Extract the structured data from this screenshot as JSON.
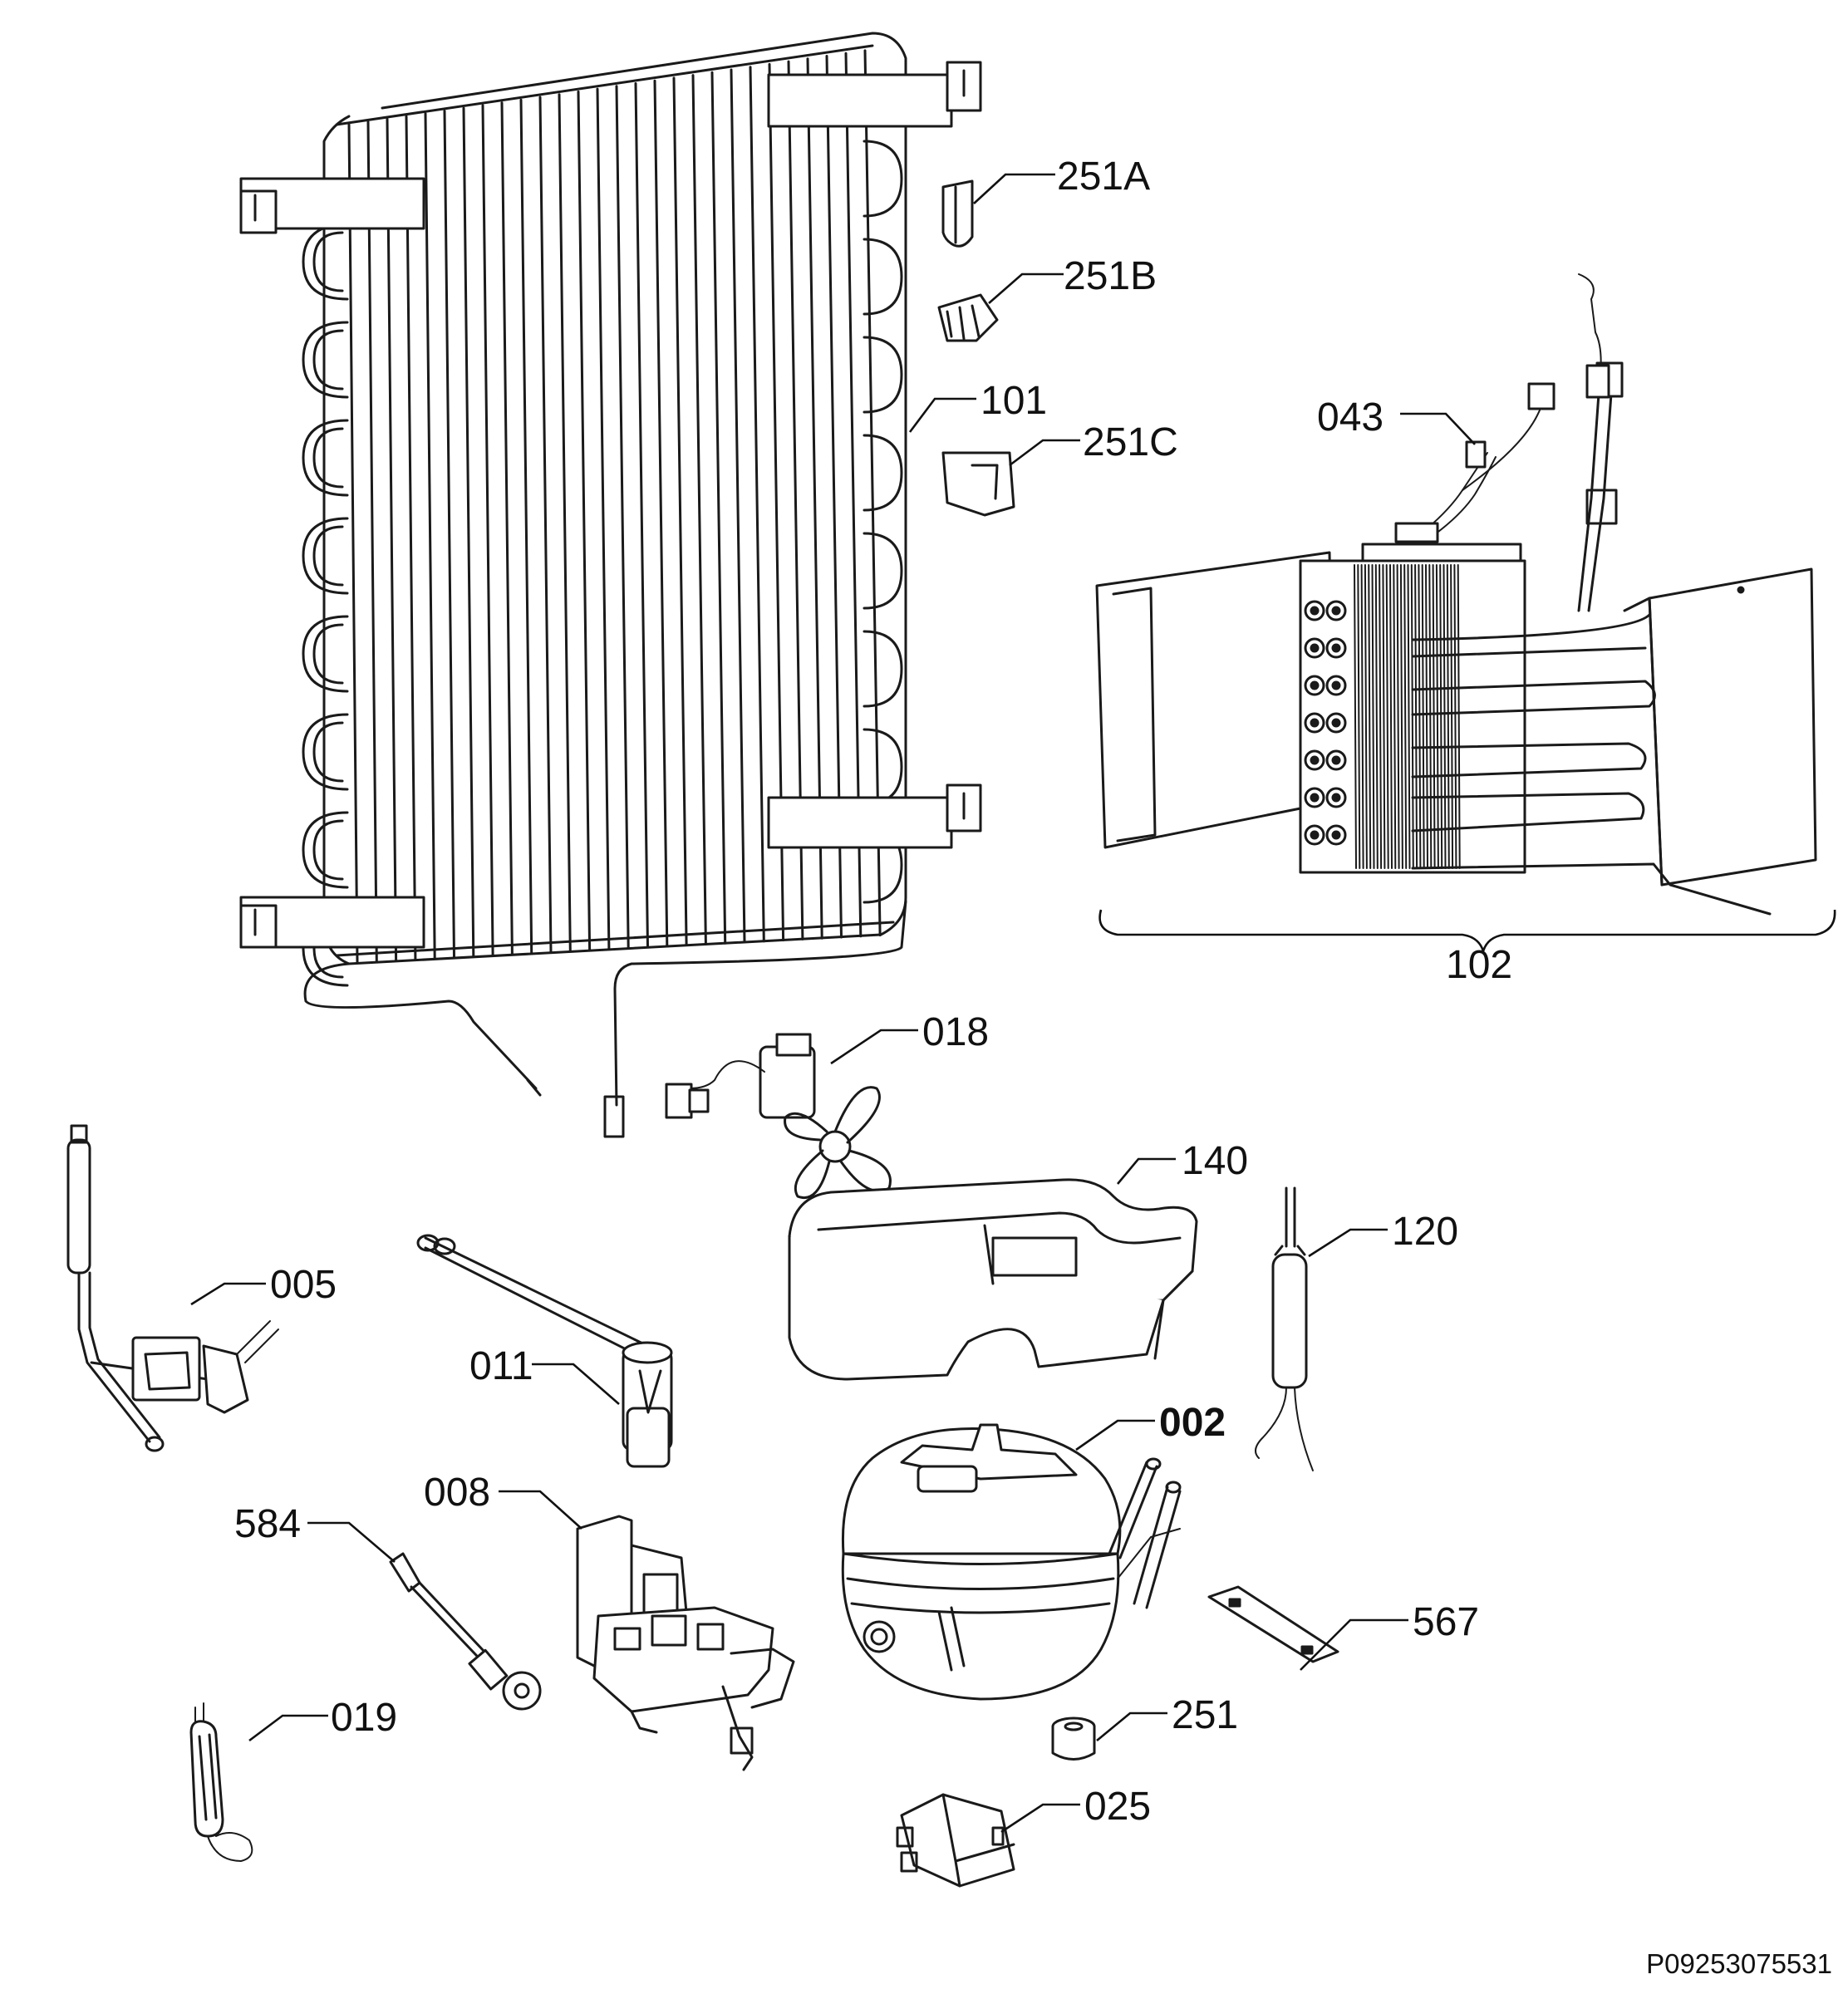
{
  "parts": {
    "condenser": "101",
    "evaporator": "102",
    "evaporator_harness": "043",
    "clip_251a": "251A",
    "clip_251b": "251B",
    "clip_251c": "251C",
    "fan_motor": "018",
    "solenoid_valve": "005",
    "thermal_sensor": "011",
    "drip_tray": "140",
    "filter_drier": "120",
    "compressor": "002",
    "electronic_board": "008",
    "ntc_sensor": "584",
    "heater": "019",
    "bracket": "567",
    "grommet": "251",
    "relay": "025"
  },
  "document_id": "P09253075531",
  "colors": {
    "line": "#1a1a1a",
    "background": "#ffffff"
  }
}
